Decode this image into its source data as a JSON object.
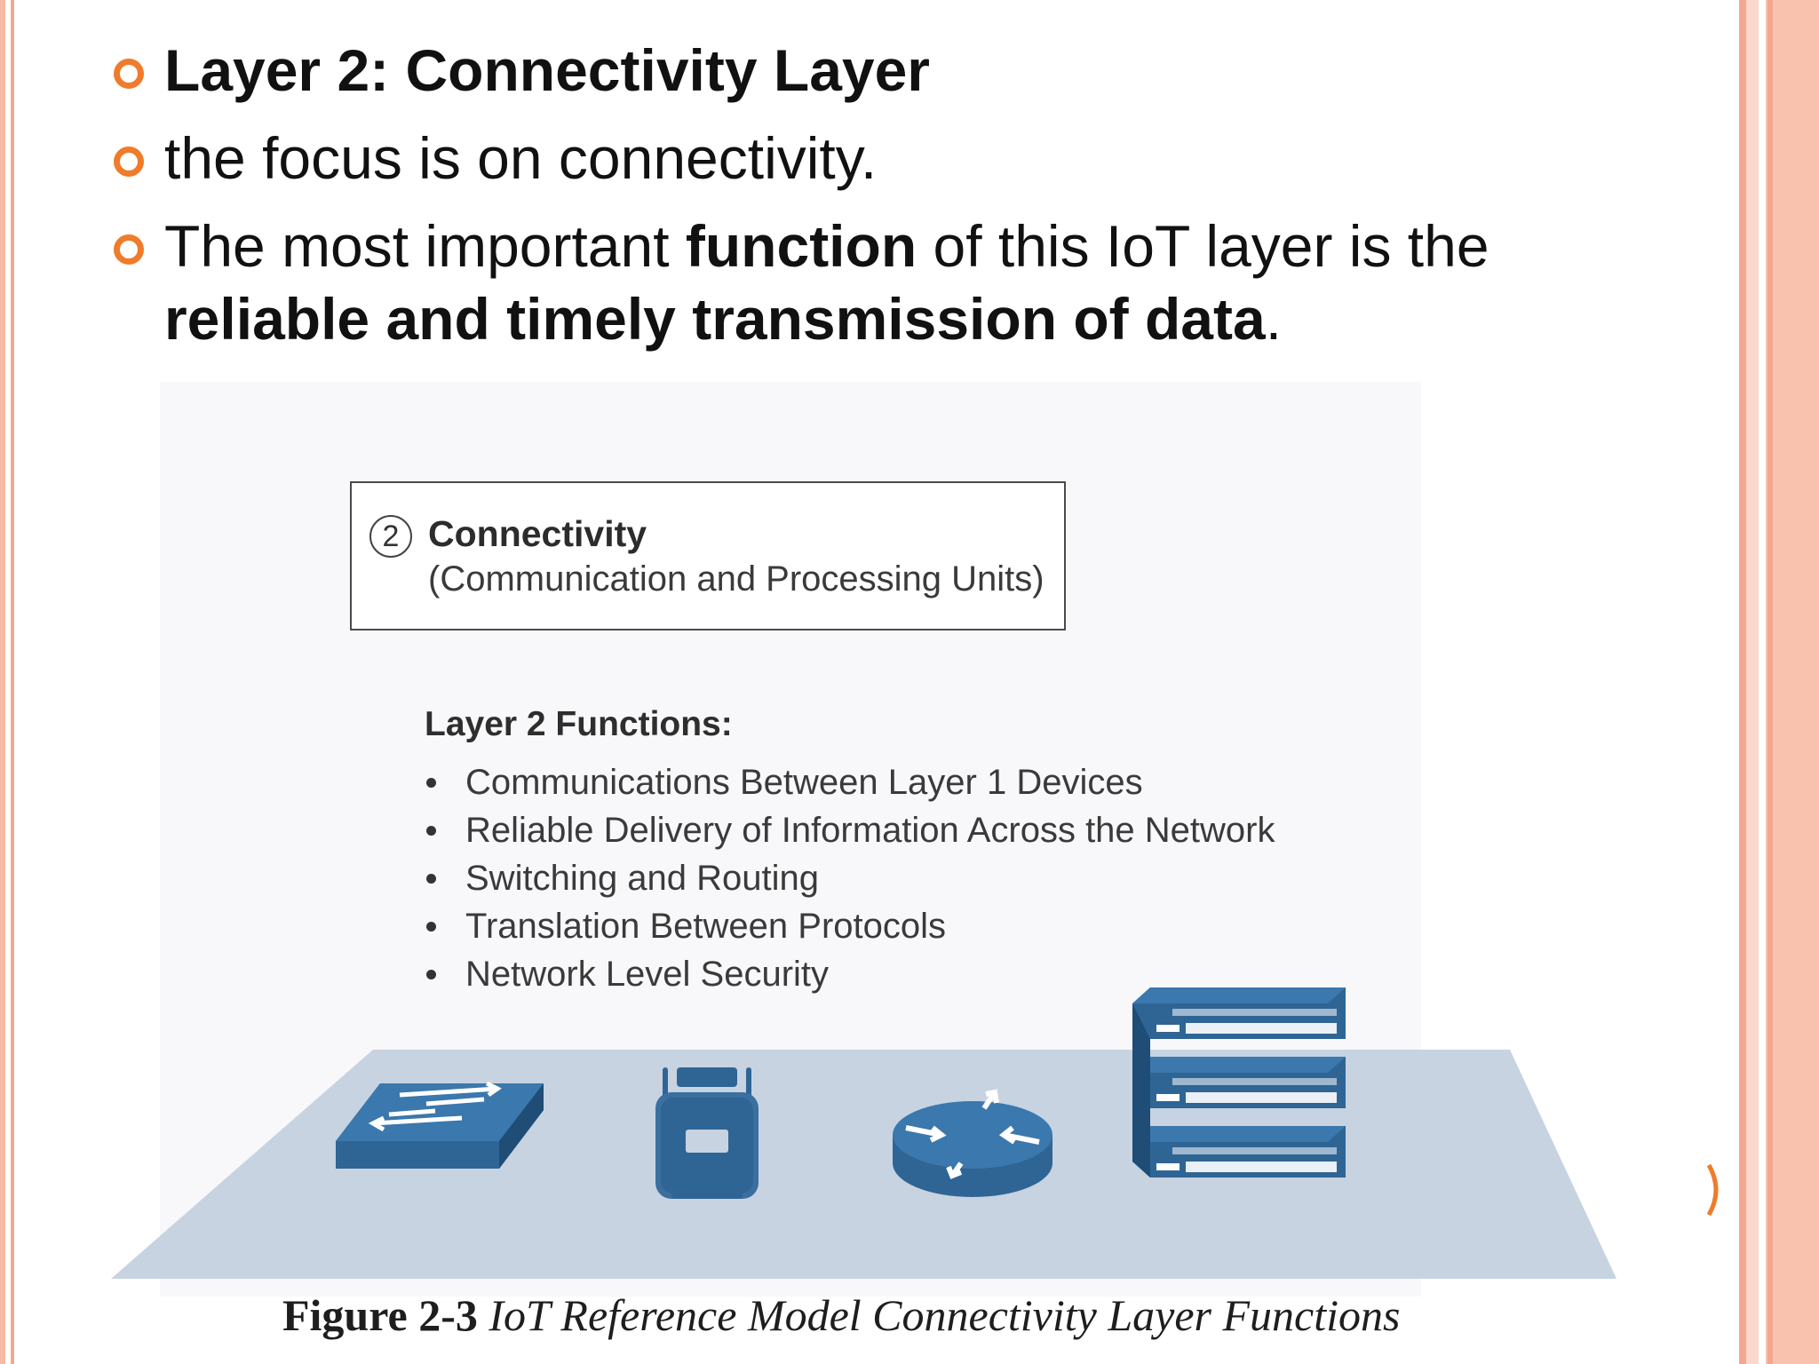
{
  "bullets": [
    {
      "text": "Layer 2: Connectivity Layer"
    },
    {
      "text": "the focus is on connectivity."
    },
    {
      "part1": "The most important ",
      "bold1": "function",
      "part2": " of this IoT layer is the ",
      "bold2": "reliable and timely transmission of data",
      "part3": "."
    }
  ],
  "figure": {
    "box_number": "2",
    "box_title": "Connectivity",
    "box_subtitle": "(Communication and Processing Units)",
    "functions_title": "Layer 2 Functions:",
    "functions": [
      "Communications Between Layer 1 Devices",
      "Reliable Delivery of Information Across the Network",
      "Switching and Routing",
      "Translation Between Protocols",
      "Network Level Security"
    ],
    "devices": [
      "switch-icon",
      "gateway-icon",
      "router-icon",
      "server-rack-icon"
    ],
    "caption_number": "Figure 2-3",
    "caption_text": "IoT Reference Model Connectivity Layer Functions"
  },
  "colors": {
    "accent_orange": "#f07b2a",
    "frame_salmon": "#f4a78f",
    "device_blue": "#2f6595",
    "platform_blue": "#c7d3e1"
  }
}
